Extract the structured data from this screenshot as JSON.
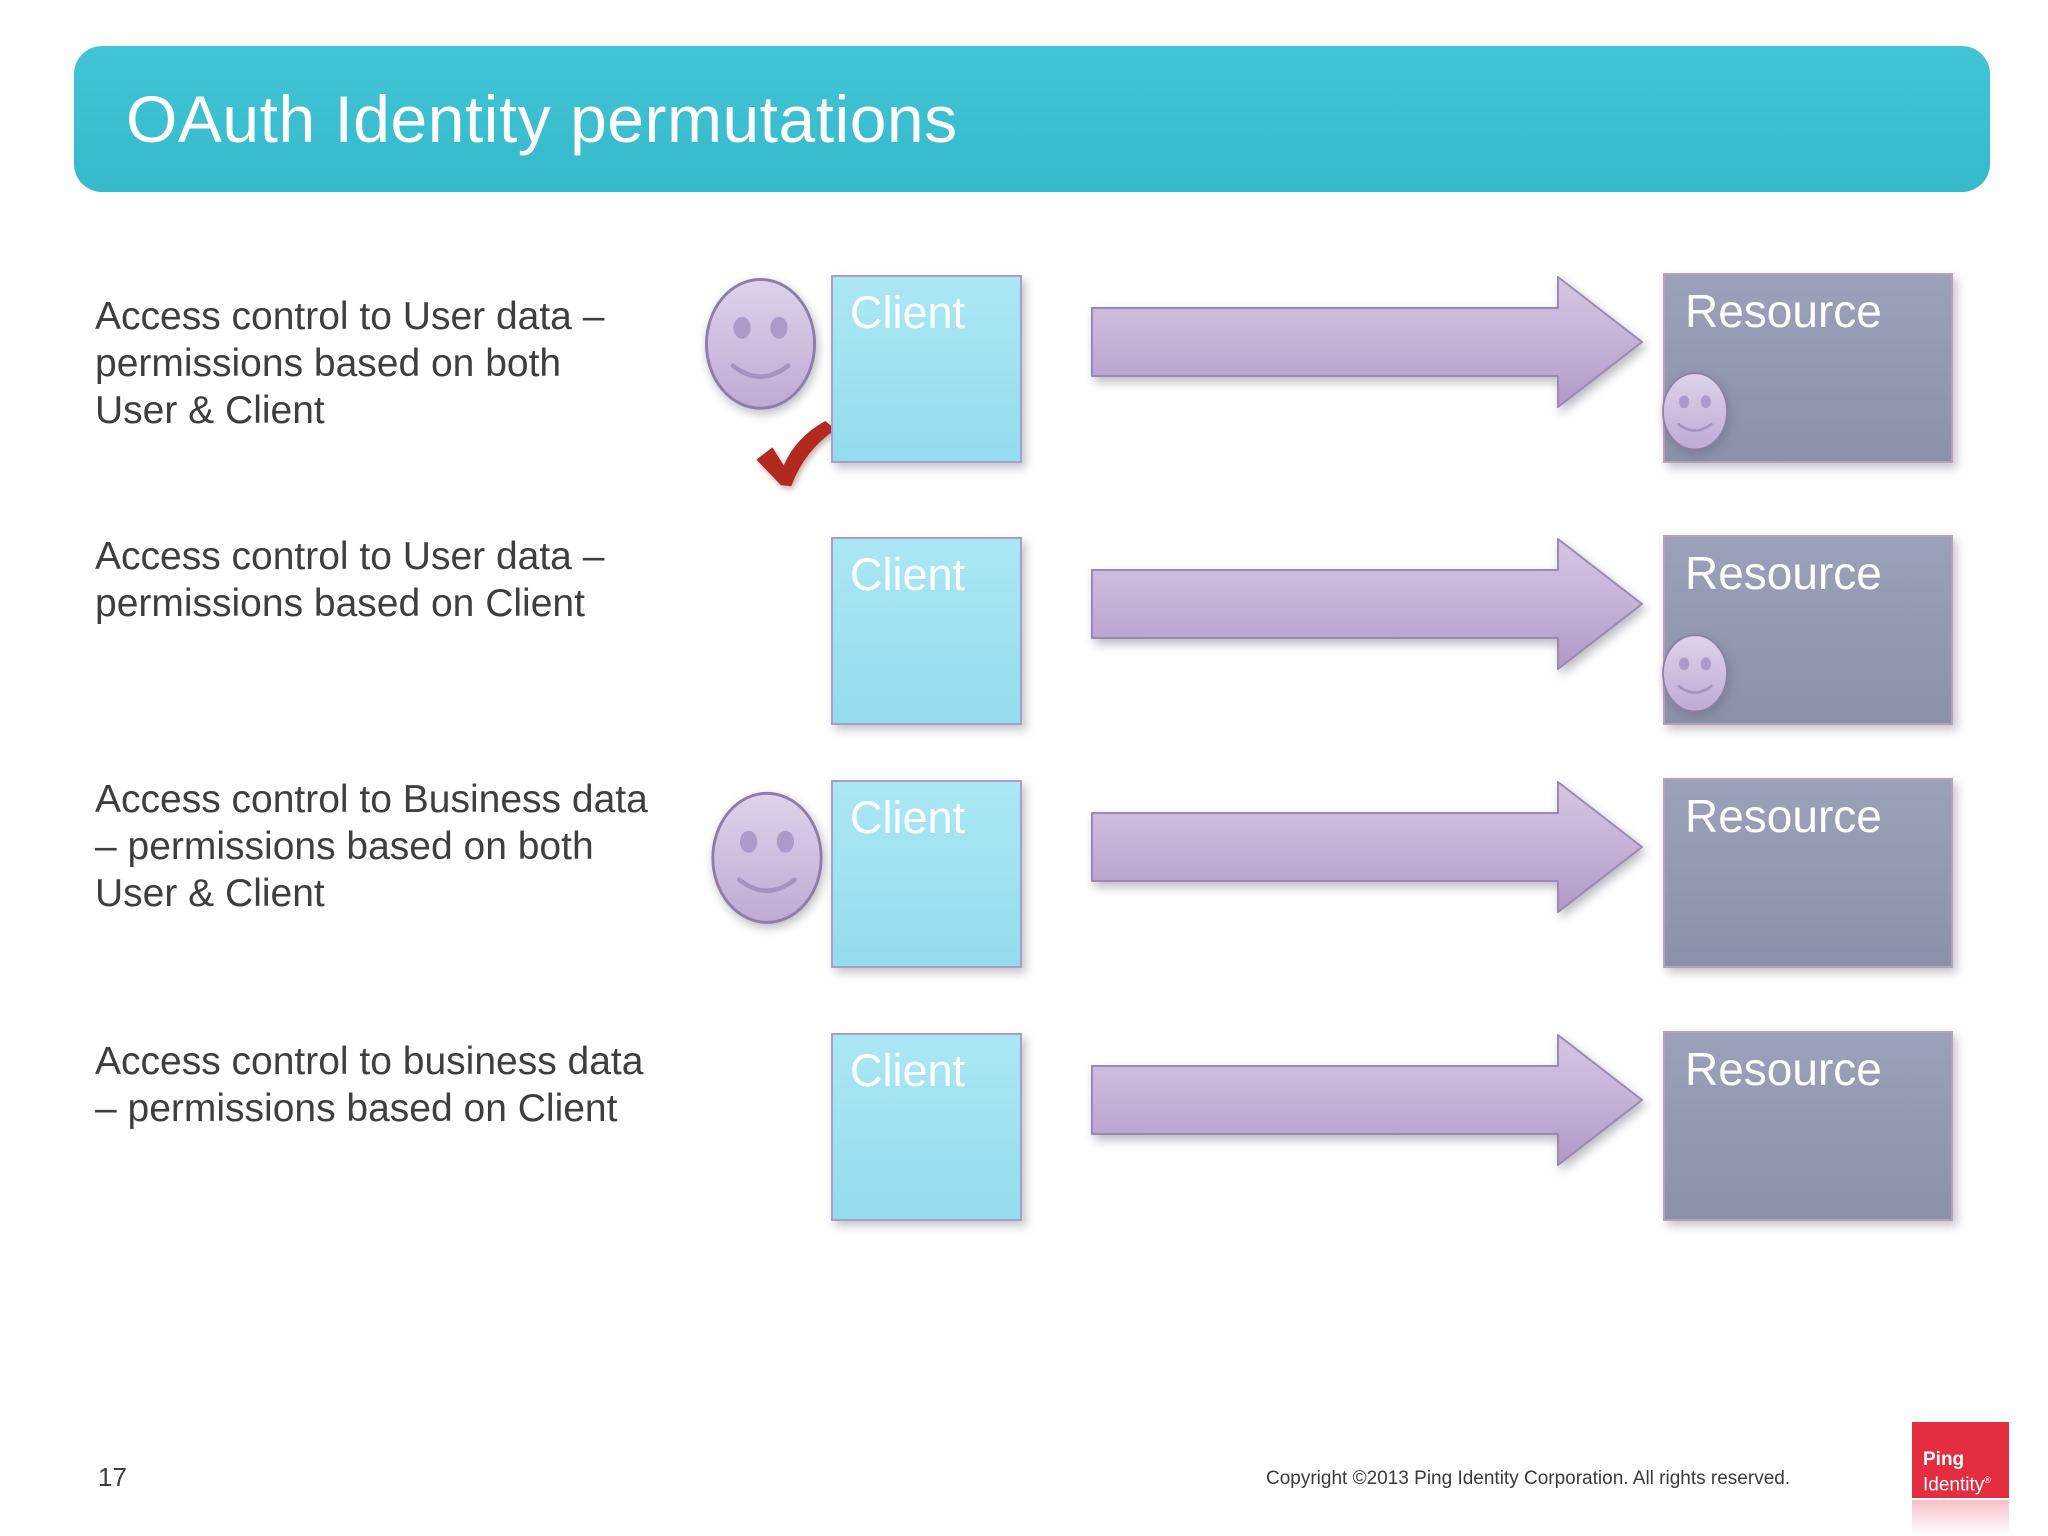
{
  "slide": {
    "title": "OAuth Identity permutations",
    "page_number": "17",
    "copyright": "Copyright ©2013 Ping Identity Corporation. All rights reserved.",
    "logo": {
      "line1": "Ping",
      "line2": "Identity",
      "registered": "®"
    }
  },
  "labels": {
    "client": "Client",
    "resource": "Resource"
  },
  "colors": {
    "header_teal": "#3CC0D2",
    "client_fill": "#9FE1F0",
    "resource_fill": "#9299B1",
    "arrow_purple": "#C2AFD5",
    "smiley_purple": "#C9B7DC",
    "checkmark_red": "#B2291F",
    "logo_red": "#E42E3F",
    "body_text": "#3E3E3E"
  },
  "rows": [
    {
      "lines": [
        "Access control to User data –",
        "permissions based on both",
        "User & Client"
      ],
      "user_next_to_client": true,
      "checkmark": true,
      "user_on_resource": true
    },
    {
      "lines": [
        "Access control to User data –",
        "permissions based on Client"
      ],
      "user_next_to_client": false,
      "checkmark": false,
      "user_on_resource": true
    },
    {
      "lines": [
        "Access control to Business data",
        "– permissions based on both",
        "User & Client"
      ],
      "user_next_to_client": true,
      "checkmark": false,
      "user_on_resource": false
    },
    {
      "lines": [
        "Access control to business data",
        "– permissions based on Client"
      ],
      "user_next_to_client": false,
      "checkmark": false,
      "user_on_resource": false
    }
  ]
}
